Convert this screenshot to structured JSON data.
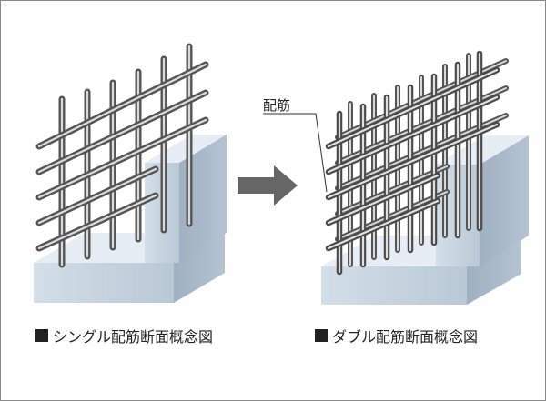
{
  "callout": {
    "label": "配筋"
  },
  "captions": {
    "single": "シングル配筋断面概念図",
    "double": "ダブル配筋断面概念図"
  },
  "icons": {
    "caption_marker": "black-square",
    "transition": "right-arrow"
  },
  "colors": {
    "concrete_front": "#c9d6e2",
    "concrete_top": "#e6edf4",
    "concrete_side": "#a9b8c8",
    "rebar_dark": "#555555",
    "rebar_light": "#d9d9d9",
    "arrow": "#666666",
    "frame_border": "#8a8a8a"
  }
}
